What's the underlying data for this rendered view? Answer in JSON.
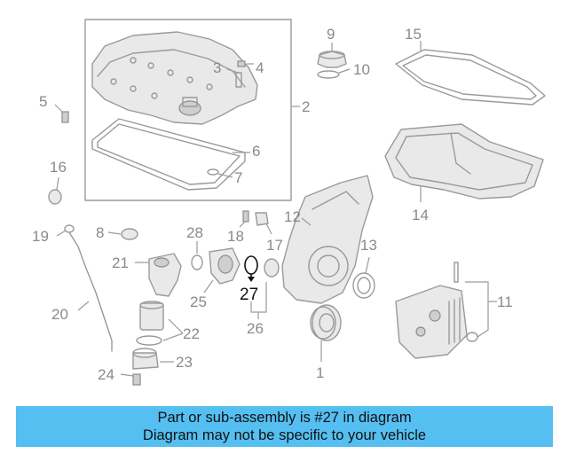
{
  "callouts": {
    "c1": "1",
    "c2": "2",
    "c3": "3",
    "c4": "4",
    "c5": "5",
    "c6": "6",
    "c7": "7",
    "c8": "8",
    "c9": "9",
    "c10": "10",
    "c11": "11",
    "c12": "12",
    "c13": "13",
    "c14": "14",
    "c15": "15",
    "c16": "16",
    "c17": "17",
    "c18": "18",
    "c19": "19",
    "c20": "20",
    "c21": "21",
    "c22": "22",
    "c23": "23",
    "c24": "24",
    "c25": "25",
    "c26": "26",
    "c27": "27",
    "c28": "28"
  },
  "highlighted_part": "27",
  "banner": {
    "line1": "Part or sub-assembly is #27 in diagram",
    "line2": "Diagram may not be specific to your vehicle",
    "color": "#55bff2"
  }
}
